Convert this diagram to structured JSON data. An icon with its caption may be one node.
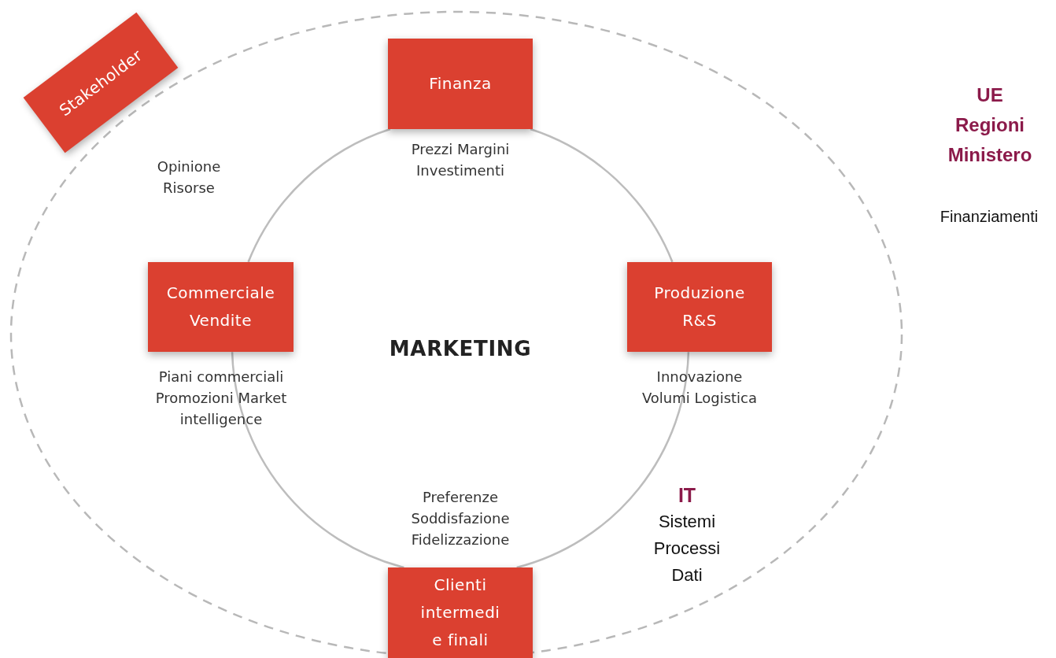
{
  "diagram": {
    "nodes": [
      {
        "text": [
          "Stakeholder"
        ],
        "beside": [
          "Opinione Risorse"
        ]
      },
      {
        "text": [
          "Finanza"
        ],
        "beside": [
          "Prezzi Margini Investimenti"
        ]
      },
      {
        "text": [
          "Commerciale Vendite"
        ],
        "beside": [
          "Piani commerciali Promozioni Market intelligence"
        ]
      },
      {
        "text": [
          "Produzione R&S"
        ],
        "beside": [
          "Innovazione Volumi Logistica"
        ]
      },
      {
        "text": [
          "Clienti intermedi e finali"
        ],
        "beside": [
          "Preferenze Soddisfazione Fidelizzazione"
        ]
      }
    ],
    "edges": [
      {
        "from": 1,
        "to": 3,
        "arrow": "none"
      },
      {
        "from": 3,
        "to": 4,
        "arrow": "none"
      },
      {
        "from": 4,
        "to": 2,
        "arrow": "none"
      },
      {
        "from": 2,
        "to": 1,
        "arrow": "none"
      }
    ],
    "labels": [
      "MARKETING",
      "UE Regioni Ministero",
      "Finanziamenti",
      "IT",
      "Sistemi Processi Dati"
    ]
  }
}
